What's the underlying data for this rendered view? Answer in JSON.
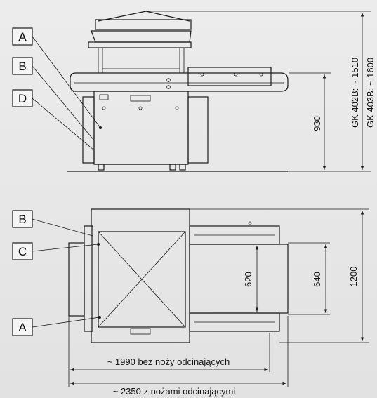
{
  "callouts": {
    "top": [
      "A",
      "B",
      "D"
    ],
    "plan": [
      "B",
      "C",
      "A"
    ]
  },
  "dimensions": {
    "height_930": "930",
    "height_gk402b": "GK 402B: ~ 1510",
    "height_gk403b": "GK 403B: ~ 1600",
    "width_620": "620",
    "width_640": "640",
    "depth_1200": "1200",
    "length_1990": "~ 1990 bez noży odcinających",
    "length_2350": "~ 2350  z nożami odcinającymi"
  },
  "colors": {
    "line": "#1a1a1a",
    "background": "#e6e6e6"
  }
}
